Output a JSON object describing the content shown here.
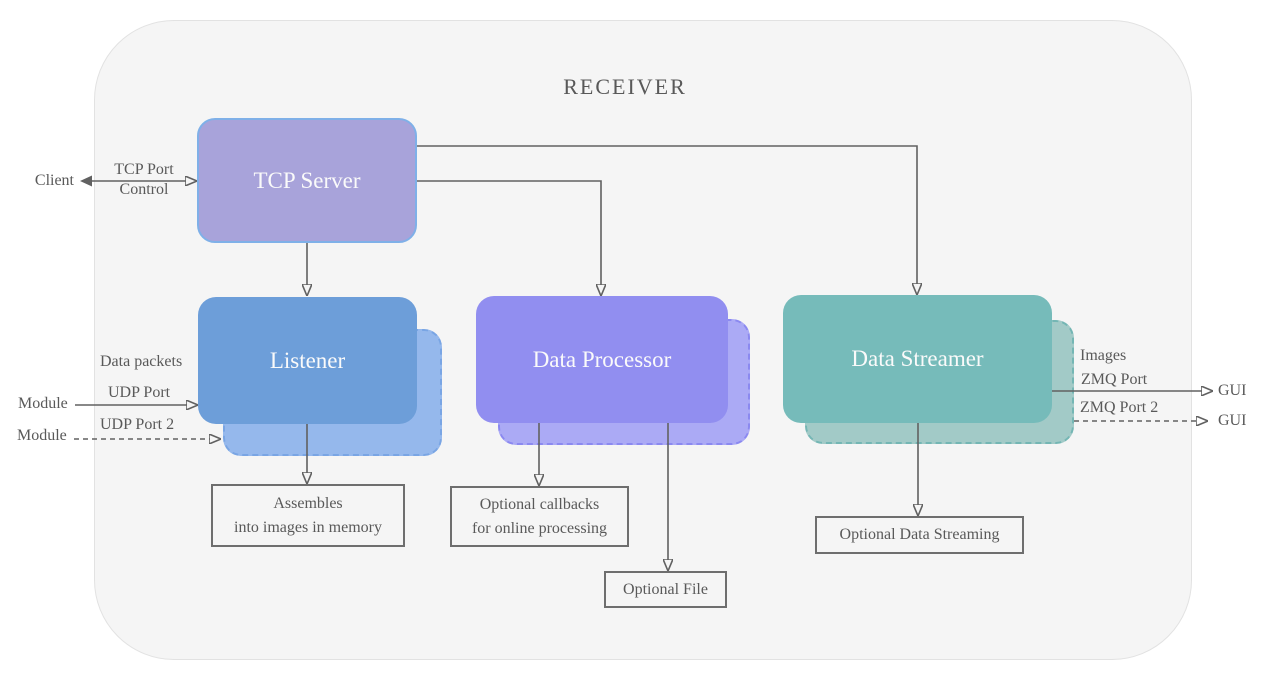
{
  "title": "RECEIVER",
  "colors": {
    "container_bg": "#f5f5f5",
    "container_border": "#e2e2e2",
    "tcp_server_fill": "#a8a3da",
    "tcp_server_border": "#7fb0e8",
    "listener_fill": "#6d9ed9",
    "listener_shadow_fill": "#95b8ec",
    "data_processor_fill": "#918ef0",
    "data_processor_shadow_fill": "#abaaf5",
    "data_streamer_fill": "#76bbba",
    "data_streamer_shadow_fill": "#a2cac7",
    "wire": "#616161",
    "text_gray": "#595959",
    "node_text": "#fafafa"
  },
  "nodes": {
    "tcp_server": {
      "label": "TCP Server"
    },
    "listener": {
      "label": "Listener"
    },
    "data_processor": {
      "label": "Data Processor"
    },
    "data_streamer": {
      "label": "Data Streamer"
    }
  },
  "outputs": {
    "assembles": {
      "line1": "Assembles",
      "line2": "into images in memory"
    },
    "callbacks": {
      "line1": "Optional callbacks",
      "line2": "for online processing"
    },
    "optional_file": {
      "label": "Optional File"
    },
    "optional_data_streaming": {
      "label": "Optional Data Streaming"
    }
  },
  "left_labels": {
    "client": "Client",
    "tcp_port": "TCP Port",
    "control": "Control",
    "data_packets": "Data packets",
    "module1": "Module",
    "udp_port": "UDP Port",
    "module2": "Module",
    "udp_port_2": "UDP Port 2"
  },
  "right_labels": {
    "images": "Images",
    "zmq_port": "ZMQ Port",
    "zmq_port_2": "ZMQ Port 2",
    "gui1": "GUI",
    "gui2": "GUI"
  }
}
